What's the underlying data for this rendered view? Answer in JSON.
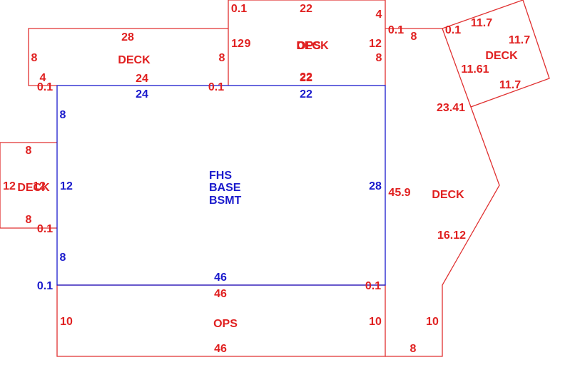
{
  "colors": {
    "outline_red": "#e03030",
    "text_red": "#e02020",
    "outline_blue": "#1a1acc",
    "text_blue": "#1a1acc",
    "background": "#ffffff"
  },
  "main_area": {
    "label_line1": "FHS",
    "label_line2": "BASE",
    "label_line3": "BSMT",
    "top_dim": "24",
    "top_dim_right": "22",
    "left_dim_upper": "8",
    "left_dim_mid": "12",
    "left_dim_lower": "8",
    "right_dim": "28",
    "bottom_dim": "46",
    "corner_bottom_left": "0.1"
  },
  "deck_top_left": {
    "label": "DECK",
    "top_dim": "28",
    "left_dim": "8",
    "right_dim": "8",
    "bottom_dim": "24",
    "offset_dim": "4",
    "corner_left": "0.1",
    "corner_right": "0.1"
  },
  "deck_top_center": {
    "label_a": "DECK",
    "label_b": "OPS",
    "top_dim": "22",
    "left_dim": "12",
    "left_dim_overlap": "9",
    "right_dim_top": "4",
    "right_dim": "12",
    "right_dim_lower": "8",
    "bottom_dim_a": "22",
    "bottom_dim_b": "22",
    "corner_top_left": "0.1",
    "corner_right": "0.1"
  },
  "deck_left": {
    "label": "DECK",
    "top_dim": "8",
    "left_dim": "12",
    "overlap_dim": "12",
    "bottom_dim": "8",
    "corner": "0.1"
  },
  "deck_top_right": {
    "label": "DECK",
    "top_dim": "11.7",
    "right_dim": "11.7",
    "bottom_dim": "11.7",
    "left_dim": "11.61",
    "corner": "0.1"
  },
  "deck_right": {
    "label": "DECK",
    "link_dim": "8",
    "diag_dim": "23.41",
    "left_dim": "45.9",
    "lower_diag_dim": "16.12",
    "right_dim": "10",
    "bottom_dim": "8",
    "corner": "0.1"
  },
  "ops_bottom": {
    "label": "OPS",
    "top_dim": "46",
    "left_dim": "10",
    "right_dim": "10",
    "bottom_dim": "46",
    "corner": "0.1"
  }
}
